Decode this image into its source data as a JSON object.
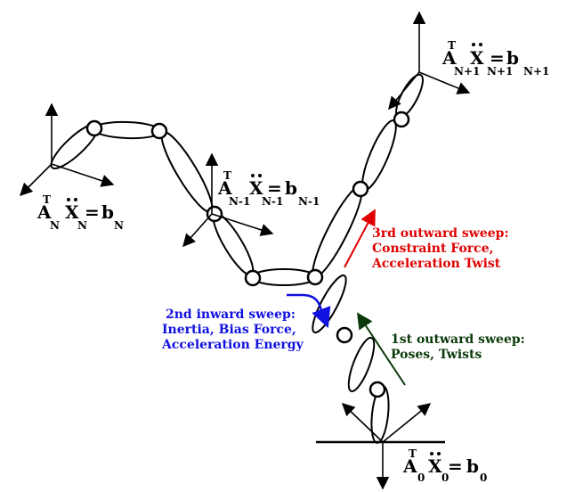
{
  "equations": {
    "top": {
      "A": "A",
      "T": "T",
      "X": "X",
      "eq": "=",
      "b": "b",
      "sub_A": "N+1",
      "sub_X": "N+1",
      "sub_b": "N+1"
    },
    "mid": {
      "A": "A",
      "T": "T",
      "X": "X",
      "eq": "=",
      "b": "b",
      "sub_A": "N-1",
      "sub_X": "N-1",
      "sub_b": "N-1"
    },
    "left": {
      "A": "A",
      "T": "T",
      "X": "X",
      "eq": "=",
      "b": "b",
      "sub_A": "N",
      "sub_X": "N",
      "sub_b": "N"
    },
    "base": {
      "A": "A",
      "T": "T",
      "X": "X",
      "eq": "=",
      "b": "b",
      "sub_A": "0",
      "sub_X": "0",
      "sub_b": "0"
    }
  },
  "sweeps": {
    "third": {
      "line1": "3rd outward sweep:",
      "line2": "Constraint Force,",
      "line3": "Acceleration Twist",
      "color": "#e00000"
    },
    "second": {
      "line1": "2nd inward sweep:",
      "line2": "Inertia, Bias Force,",
      "line3": "Acceleration Energy",
      "color": "#1010e0"
    },
    "first": {
      "line1": "1st outward sweep:",
      "line2": "Poses, Twists",
      "color": "#0a3a0a"
    }
  }
}
